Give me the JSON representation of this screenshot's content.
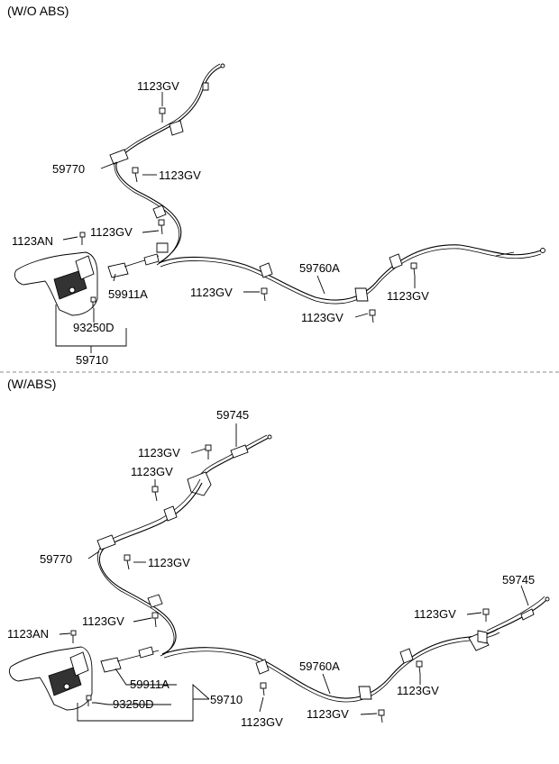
{
  "sections": {
    "wo_abs": "(W/O ABS)",
    "w_abs": "(W/ABS)"
  },
  "labels": {
    "p1123gv": "1123GV",
    "p1123an": "1123AN",
    "p59770": "59770",
    "p59760a": "59760A",
    "p59911a": "59911A",
    "p93250d": "93250D",
    "p59710": "59710",
    "p59745": "59745"
  }
}
